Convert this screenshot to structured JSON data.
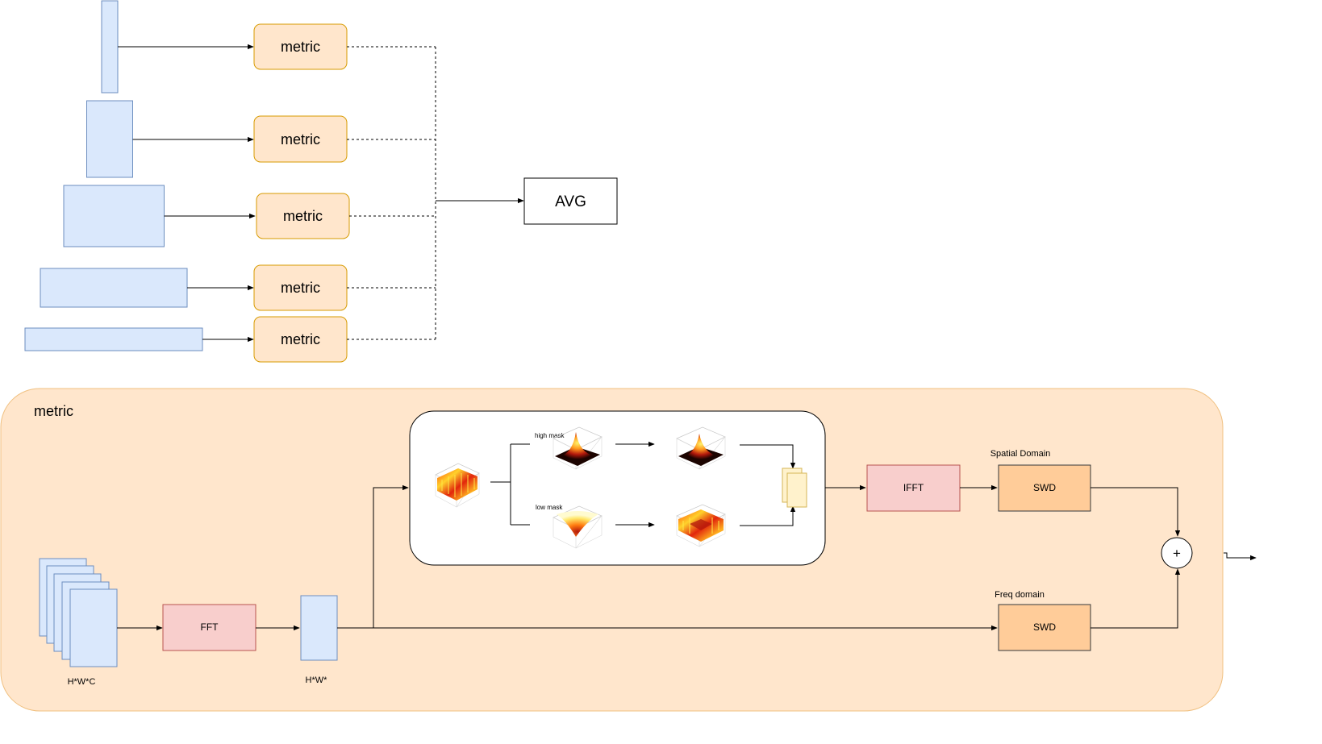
{
  "top": {
    "metric_labels": [
      "metric",
      "metric",
      "metric",
      "metric",
      "metric"
    ],
    "avg_label": "AVG"
  },
  "metric_panel": {
    "title": "metric",
    "input_dims": "H*W*C",
    "fft_label": "FFT",
    "freq_dims": "H*W*",
    "high_mask_label": "high mask",
    "low_mask_label": "low mask",
    "ifft_label": "IFFT",
    "spatial_domain_label": "Spatial Domain",
    "freq_domain_label": "Freq domain",
    "swd_spatial_label": "SWD",
    "swd_freq_label": "SWD",
    "sum_symbol": "+"
  },
  "colors": {
    "blue_fill": "#dae8fc",
    "blue_stroke": "#6c8ebf",
    "orange_fill": "#ffe6cc",
    "orange_stroke": "#d79b00",
    "panel_fill": "#ffe6cc",
    "panel_stroke": "#f0c080",
    "pink_fill": "#f8cecc",
    "pink_stroke": "#b85450",
    "swd_fill": "#ffcc99",
    "swd_stroke": "#36393d"
  }
}
